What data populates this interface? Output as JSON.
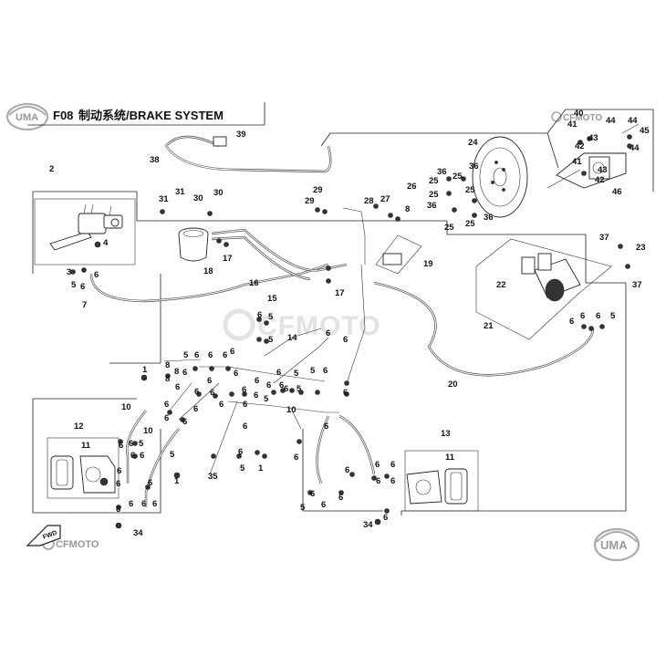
{
  "header": {
    "code": "F08",
    "title": "制动系统/BRAKE SYSTEM"
  },
  "watermark": {
    "brand": "CFMOTO",
    "corner_brand": "CFMOTO",
    "uma": "UMA",
    "fwd": "FWD"
  },
  "colors": {
    "line": "#222222",
    "watermark": "#e3e3e3",
    "logo": "#999999"
  },
  "callouts": {
    "c1": "1",
    "c2": "2",
    "c3": "3",
    "c4": "4",
    "c5": "5",
    "c6": "6",
    "c7": "7",
    "c8": "8",
    "c10": "10",
    "c11": "11",
    "c12": "12",
    "c13": "13",
    "c14": "14",
    "c15": "15",
    "c16": "16",
    "c17": "17",
    "c18": "18",
    "c19": "19",
    "c20": "20",
    "c21": "21",
    "c22": "22",
    "c23": "23",
    "c24": "24",
    "c25": "25",
    "c26": "26",
    "c27": "27",
    "c28": "28",
    "c29": "29",
    "c30": "30",
    "c31": "31",
    "c34": "34",
    "c35": "35",
    "c36": "36",
    "c37": "37",
    "c38": "38",
    "c39": "39",
    "c40": "40",
    "c41": "41",
    "c42": "42",
    "c43": "43",
    "c44": "44",
    "c45": "45",
    "c46": "46"
  }
}
